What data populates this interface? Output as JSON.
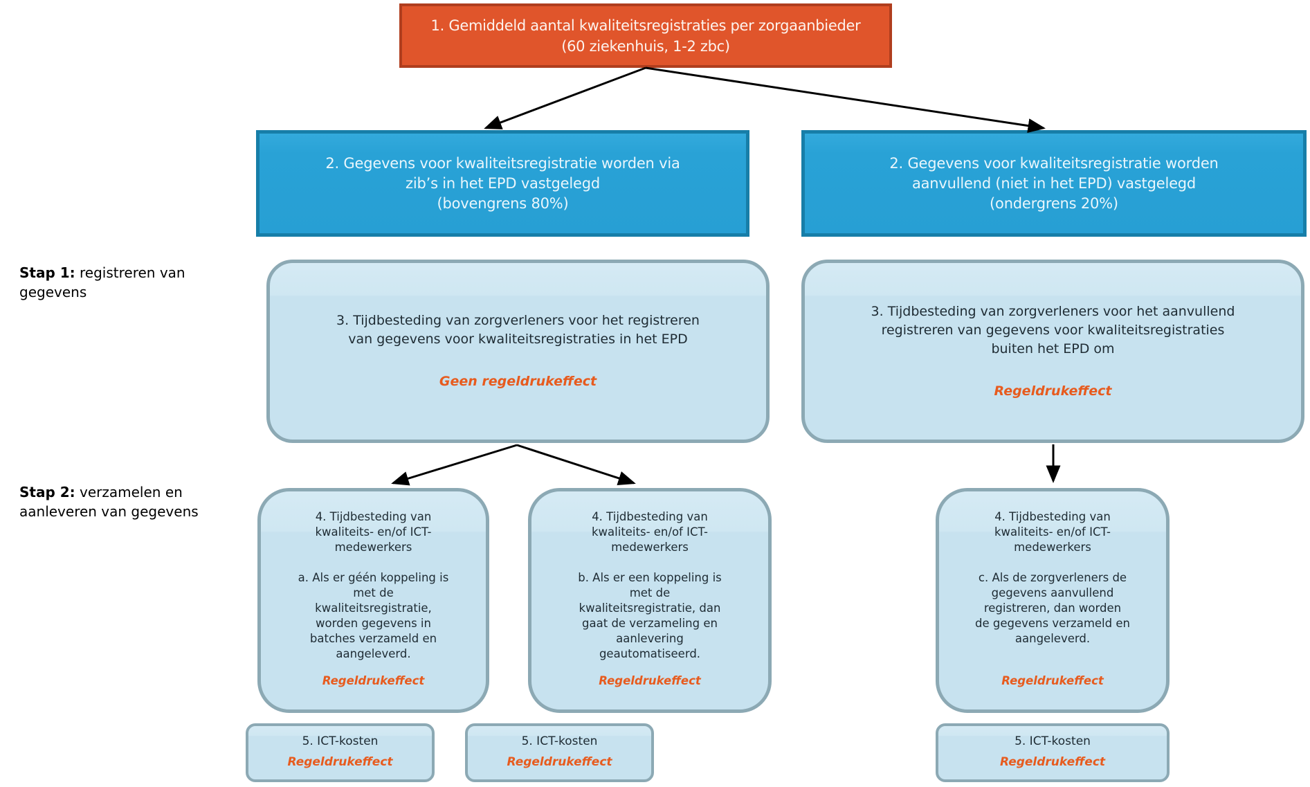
{
  "colors": {
    "orange_fill": "#E0552B",
    "orange_border": "#B03E1E",
    "blue_fill": "#29A2D6",
    "blue_border": "#177EA8",
    "lightblue_fill": "#C7E2EF",
    "lightblue_border": "#8CA9B4",
    "effect_text": "#E75B1E",
    "arrow": "#000000"
  },
  "side_labels": {
    "step1": {
      "bold": "Stap 1:",
      "text": " registreren van\ngegevens"
    },
    "step2": {
      "bold": "Stap 2:",
      "text": " verzamelen en\naanleveren van gegevens"
    }
  },
  "boxes": {
    "box1": {
      "text": "1. Gemiddeld aantal kwaliteitsregistraties per zorgaanbieder\n(60 ziekenhuis, 1-2 zbc)"
    },
    "box2_left": {
      "text": "2. Gegevens voor kwaliteitsregistratie worden via\nzib’s in het EPD vastgelegd\n(bovengrens 80%)"
    },
    "box2_right": {
      "text": "2. Gegevens voor kwaliteitsregistratie worden\naanvullend (niet in het EPD) vastgelegd\n(ondergrens 20%)"
    },
    "box3_left": {
      "body": "3. Tijdbesteding van zorgverleners voor het registreren\nvan gegevens voor kwaliteitsregistraties in het EPD",
      "effect": "Geen regeldrukeffect"
    },
    "box3_right": {
      "body": "3. Tijdbesteding van zorgverleners voor het aanvullend\nregistreren van gegevens voor kwaliteitsregistraties\nbuiten het EPD om",
      "effect": "Regeldrukeffect"
    },
    "box4a": {
      "header": "4. Tijdbesteding van\nkwaliteits- en/of ICT-\nmedewerkers",
      "body": "a. Als er géén koppeling is\nmet de\nkwaliteitsregistratie,\nworden gegevens in\nbatches verzameld en\naangeleverd.",
      "effect": "Regeldrukeffect"
    },
    "box4b": {
      "header": "4. Tijdbesteding van\nkwaliteits- en/of ICT-\nmedewerkers",
      "body": "b. Als er een koppeling is\nmet de\nkwaliteitsregistratie, dan\ngaat de verzameling en\naanlevering\ngeautomatiseerd.",
      "effect": "Regeldrukeffect"
    },
    "box4c": {
      "header": "4. Tijdbesteding van\nkwaliteits- en/of ICT-\nmedewerkers",
      "body": "c. Als de zorgverleners de\ngegevens aanvullend\nregistreren, dan worden\nde gegevens verzameld en\naangeleverd.",
      "effect": "Regeldrukeffect"
    },
    "box5a": {
      "title": "5. ICT-kosten",
      "effect": "Regeldrukeffect"
    },
    "box5b": {
      "title": "5. ICT-kosten",
      "effect": "Regeldrukeffect"
    },
    "box5c": {
      "title": "5. ICT-kosten",
      "effect": "Regeldrukeffect"
    }
  }
}
